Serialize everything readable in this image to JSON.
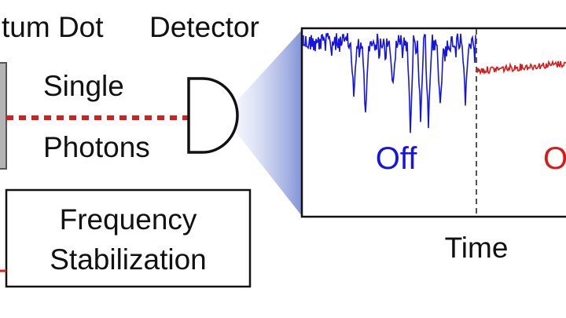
{
  "labels": {
    "quantum_dot": "tum Dot",
    "detector": "Detector",
    "single": "Single",
    "photons": "Photons",
    "frequency": "Frequency",
    "stabilization": "Stabilization",
    "off": "Off",
    "on": "O",
    "time": "Time"
  },
  "colors": {
    "off_trace": "#1414e6",
    "on_trace": "#d81a1a",
    "beam": "#d42020",
    "cone": "#8a9ad8"
  }
}
